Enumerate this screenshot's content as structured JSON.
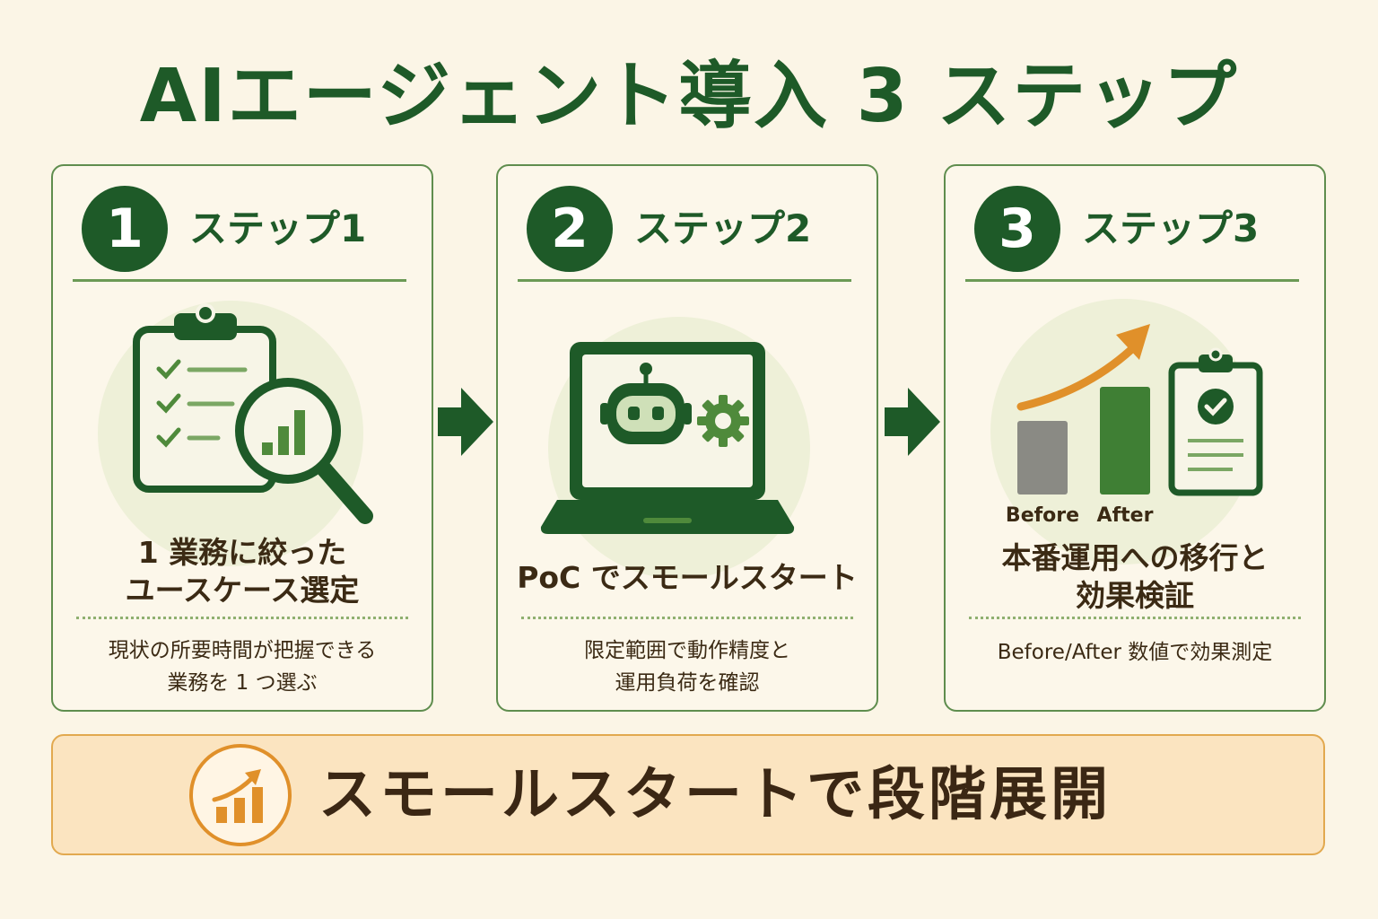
{
  "title": "AIエージェント導入 3 ステップ",
  "steps": [
    {
      "number": "1",
      "label": "ステップ1",
      "title_lines": [
        "1 業務に絞った",
        "ユースケース選定"
      ],
      "desc_lines": [
        "現状の所要時間が把握できる",
        "業務を 1 つ選ぶ"
      ],
      "icon": "clipboard-magnifier-icon"
    },
    {
      "number": "2",
      "label": "ステップ2",
      "title_lines": [
        "PoC でスモールスタート"
      ],
      "desc_lines": [
        "限定範囲で動作精度と",
        "運用負荷を確認"
      ],
      "icon": "laptop-robot-icon"
    },
    {
      "number": "3",
      "label": "ステップ3",
      "title_lines": [
        "本番運用への移行と",
        "効果検証"
      ],
      "desc_lines": [
        "Before/After 数値で効果測定"
      ],
      "icon": "before-after-chart-icon",
      "chart_labels": [
        "Before",
        "After"
      ]
    }
  ],
  "banner": {
    "text": "スモールスタートで段階展開",
    "icon": "growth-chart-icon"
  },
  "colors": {
    "primary_green": "#1e5a28",
    "accent_orange": "#e0902a",
    "background": "#fbf5e6",
    "banner_bg": "#fbe4c0"
  }
}
